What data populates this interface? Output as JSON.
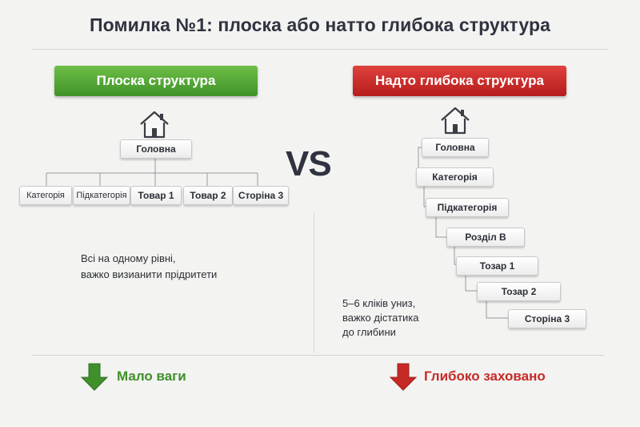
{
  "title": "Помилка №1: плоска або натто глибока структура",
  "vs": "VS",
  "flat": {
    "heading": "Плоска структура",
    "root": "Головна",
    "children": [
      "Категорія",
      "Підкатегорія",
      "Товар 1",
      "Товар 2",
      "Сторіна 3"
    ],
    "desc_line1": "Всі на одному рівні,",
    "desc_line2": "важко визианити прідритети",
    "footer": "Мало ваги",
    "color": "#4a9d2f"
  },
  "deep": {
    "heading": "Надто глибока структура",
    "levels": [
      "Головна",
      "Категорія",
      "Підкатегорія",
      "Розділ В",
      "Тозар 1",
      "Тозар 2",
      "Сторіна 3"
    ],
    "desc_line1": "5–6 кліків униз,",
    "desc_line2": "важко дістатика",
    "desc_line3": "до глибини",
    "footer": "Глибоко заховано",
    "color": "#c92a26"
  },
  "icons": [
    "home-icon",
    "arrow-down-icon"
  ]
}
